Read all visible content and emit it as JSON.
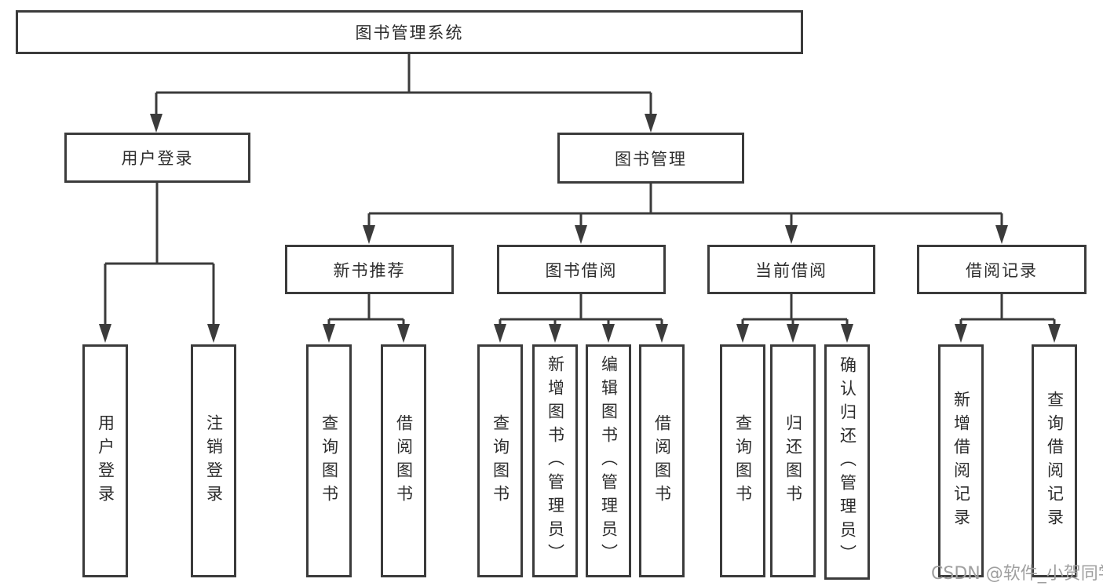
{
  "diagram": {
    "title": "图书管理系统",
    "nodes": {
      "root": "图书管理系统",
      "userLogin": "用户登录",
      "bookMgmt": "图书管理",
      "newBookRec": "新书推荐",
      "bookBorrow": "图书借阅",
      "currentBorrow": "当前借阅",
      "borrowRecords": "借阅记录",
      "leafUserLogin": "用户登录",
      "leafLogout": "注销登录",
      "leafQueryBooks1": "查询图书",
      "leafBorrowBooks1": "借阅图书",
      "leafQueryBooks2": "查询图书",
      "leafAddBook": "新增图书（管理员）",
      "leafEditBook": "编辑图书（管理员）",
      "leafBorrowBooks2": "借阅图书",
      "leafQueryBooks3": "查询图书",
      "leafReturnBook": "归还图书",
      "leafConfirmReturn": "确认归还（管理员）",
      "leafAddRecord": "新增借阅记录",
      "leafQueryRecord": "查询借阅记录"
    },
    "hierarchy": {
      "图书管理系统": {
        "用户登录": [
          "用户登录",
          "注销登录"
        ],
        "图书管理": {
          "新书推荐": [
            "查询图书",
            "借阅图书"
          ],
          "图书借阅": [
            "查询图书",
            "新增图书（管理员）",
            "编辑图书（管理员）",
            "借阅图书"
          ],
          "当前借阅": [
            "查询图书",
            "归还图书",
            "确认归还（管理员）"
          ],
          "借阅记录": [
            "新增借阅记录",
            "查询借阅记录"
          ]
        }
      }
    },
    "colors": {
      "border": "#3b3b3b",
      "line": "#3b3b3b",
      "text": "#2d2d2d",
      "background": "#ffffff"
    }
  },
  "watermark": {
    "text": "CSDN @软件_小贺同学",
    "color": "#9f9f9f"
  }
}
